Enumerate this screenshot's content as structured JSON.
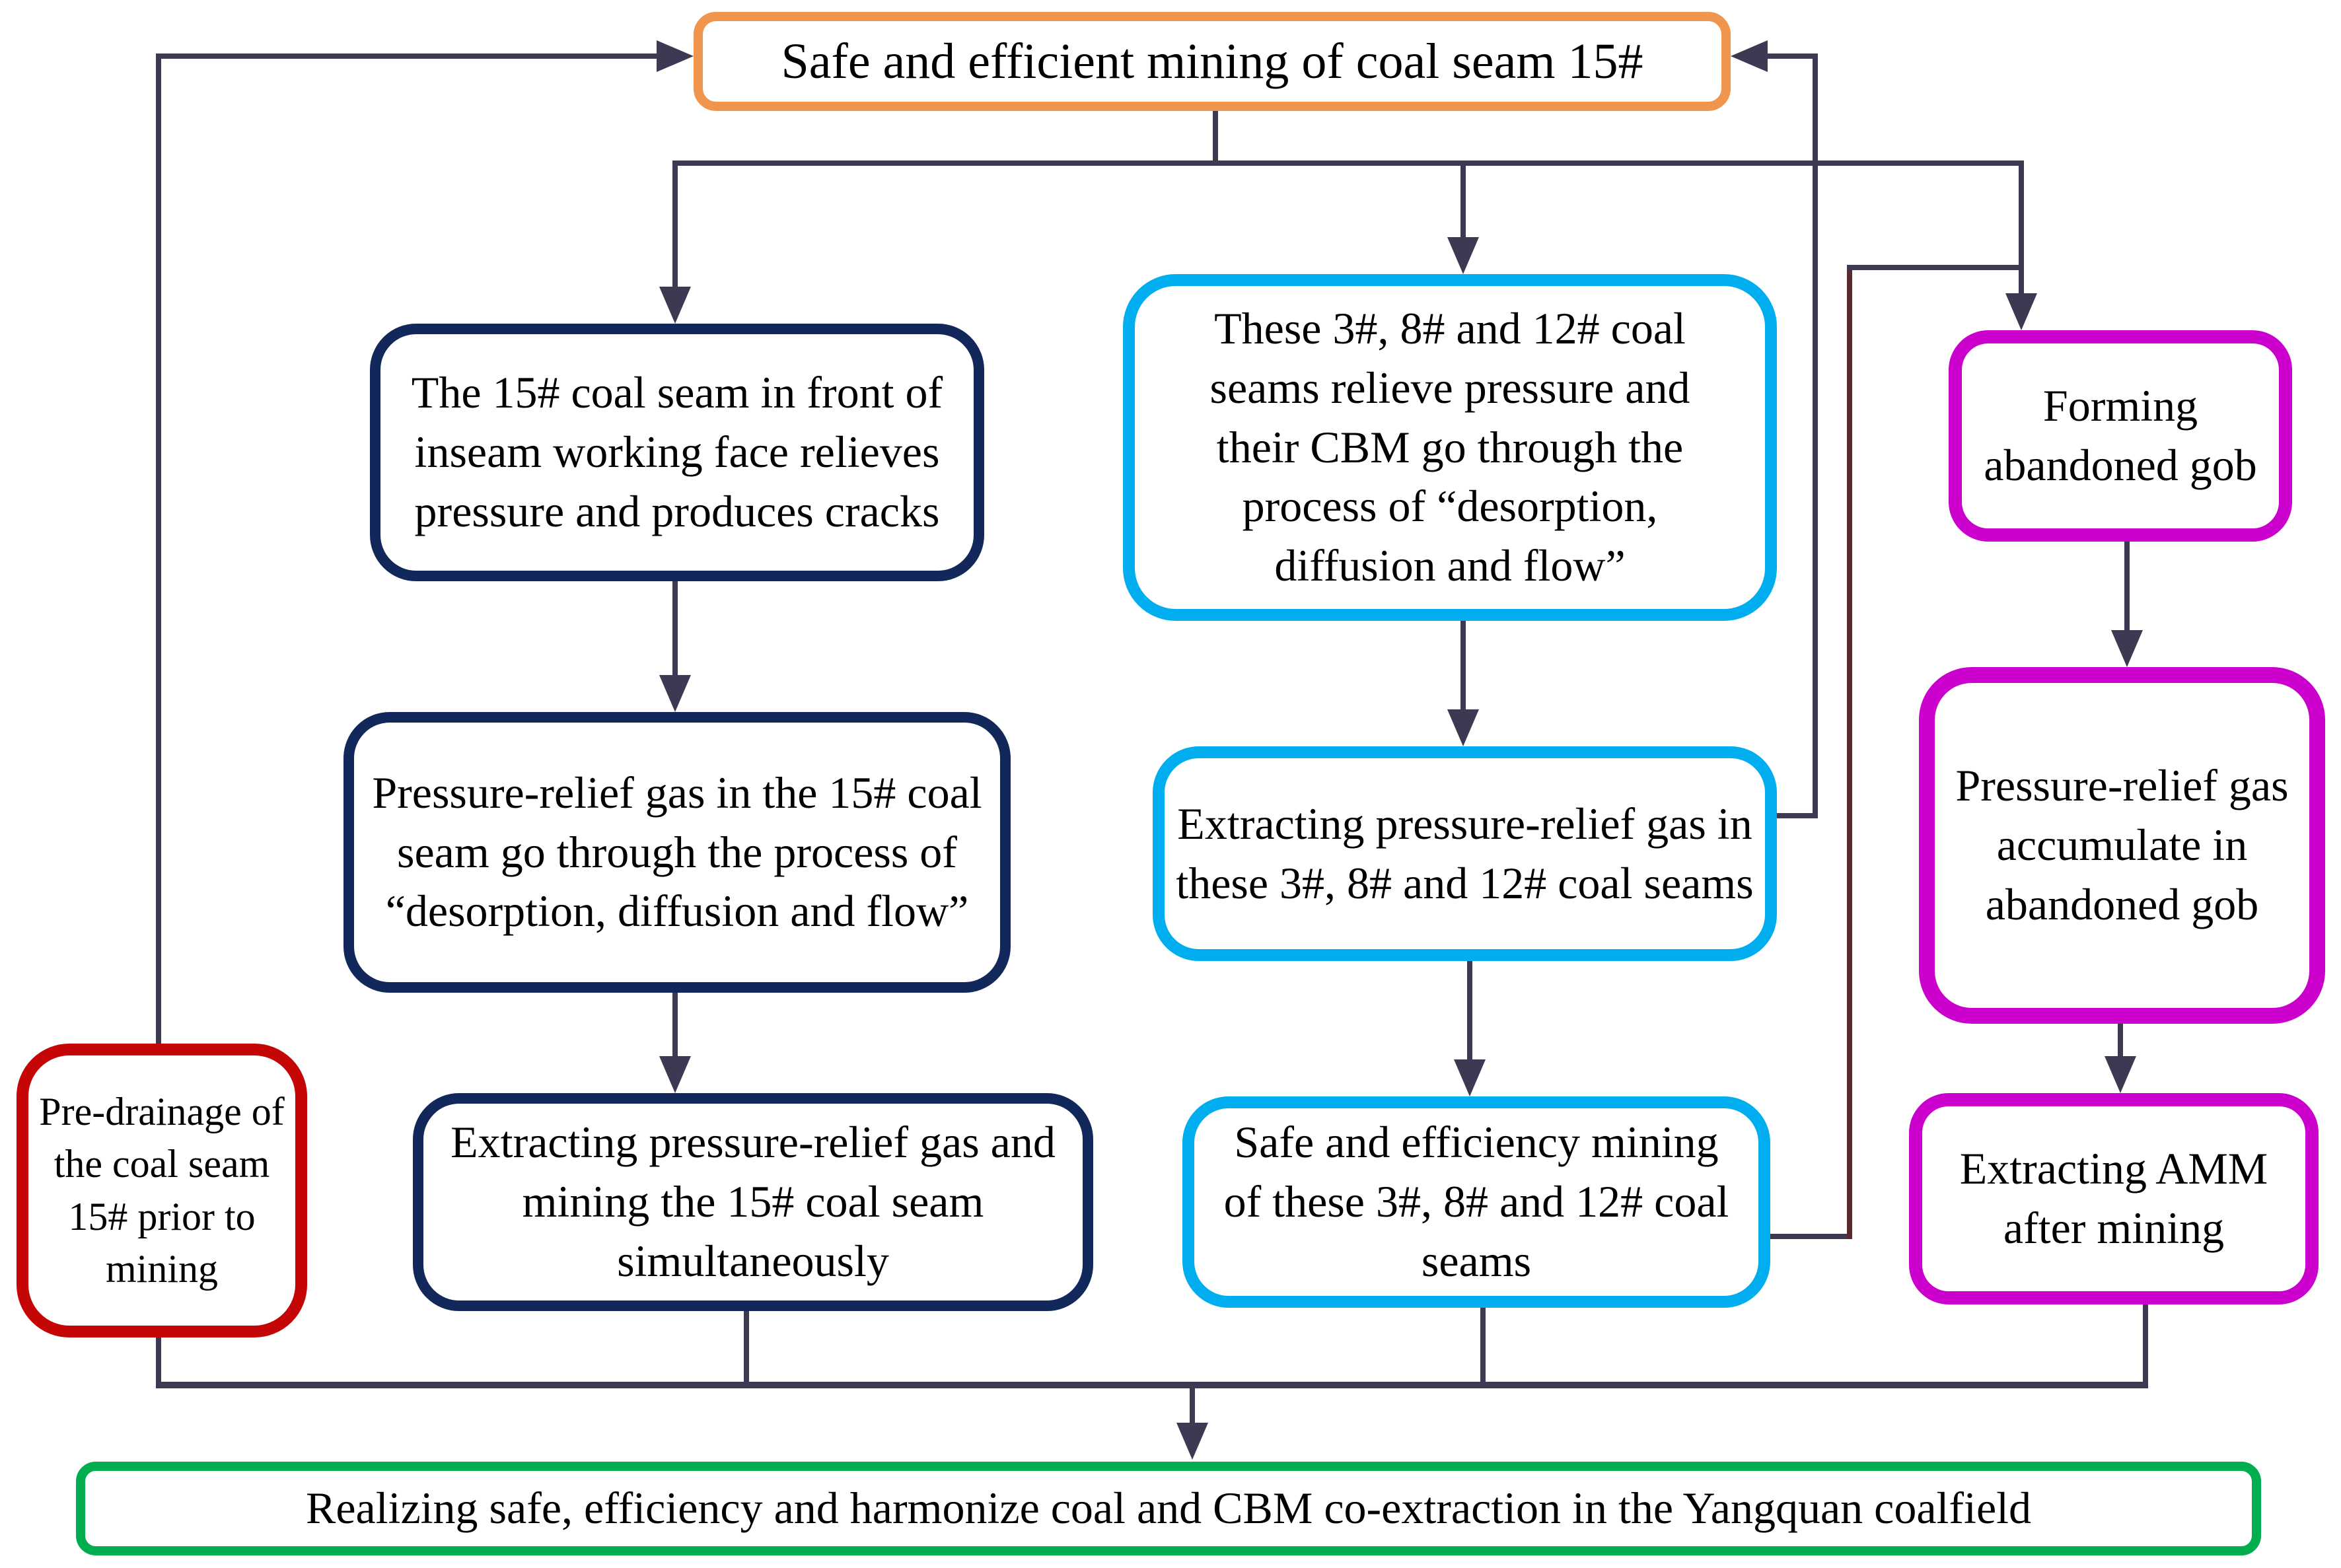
{
  "diagram_title": "Safe and efficient co-extraction of coal and CBM flowchart",
  "nodes": {
    "goal": {
      "label": "Safe and efficient mining of coal seam 15#",
      "border_color": "#F0954D"
    },
    "left1": {
      "label": "The 15# coal seam in front of inseam working face relieves pressure and produces cracks",
      "border_color": "#12275A"
    },
    "left2": {
      "label": "Pressure-relief gas in the 15# coal seam go through the process of “desorption, diffusion and flow”",
      "border_color": "#12275A"
    },
    "left3": {
      "label": "Extracting pressure-relief gas and mining the 15# coal seam simultaneously",
      "border_color": "#12275A"
    },
    "mid1": {
      "label": "These 3#, 8# and 12# coal seams relieve pressure and their CBM go through the process of “desorption, diffusion and flow”",
      "border_color": "#00AEEF"
    },
    "mid2": {
      "label": "Extracting pressure-relief gas in these 3#, 8# and 12# coal seams",
      "border_color": "#00AEEF"
    },
    "mid3": {
      "label": "Safe and efficiency mining of these 3#, 8# and 12# coal seams",
      "border_color": "#00AEEF"
    },
    "right1": {
      "label": "Forming abandoned gob",
      "border_color": "#CC00CC"
    },
    "right2": {
      "label": "Pressure-relief gas accumulate in abandoned gob",
      "border_color": "#CC00CC"
    },
    "right3": {
      "label": "Extracting AMM after mining",
      "border_color": "#CC00CC"
    },
    "predrainage": {
      "label": "Pre-drainage of the coal seam 15# prior to mining",
      "border_color": "#C40606"
    },
    "outcome": {
      "label": "Realizing safe, efficiency and harmonize coal and CBM co-extraction in the Yangquan coalfield",
      "border_color": "#00AD4F"
    }
  },
  "edges": [
    {
      "from": "predrainage",
      "to": "goal"
    },
    {
      "from": "goal",
      "to": "left1"
    },
    {
      "from": "goal",
      "to": "mid1"
    },
    {
      "from": "goal",
      "to": "right1"
    },
    {
      "from": "left1",
      "to": "left2"
    },
    {
      "from": "left2",
      "to": "left3"
    },
    {
      "from": "mid1",
      "to": "mid2"
    },
    {
      "from": "mid2",
      "to": "mid3"
    },
    {
      "from": "mid2",
      "to": "goal"
    },
    {
      "from": "mid3",
      "to": "right1"
    },
    {
      "from": "right1",
      "to": "right2"
    },
    {
      "from": "right2",
      "to": "right3"
    },
    {
      "from": "left3",
      "to": "outcome"
    },
    {
      "from": "mid3",
      "to": "outcome"
    },
    {
      "from": "right3",
      "to": "outcome"
    },
    {
      "from": "predrainage",
      "to": "outcome"
    }
  ],
  "colors": {
    "connector": "#3F3852",
    "connector_maroon": "#582A30",
    "text": "#000000",
    "background": "#FFFFFF"
  }
}
